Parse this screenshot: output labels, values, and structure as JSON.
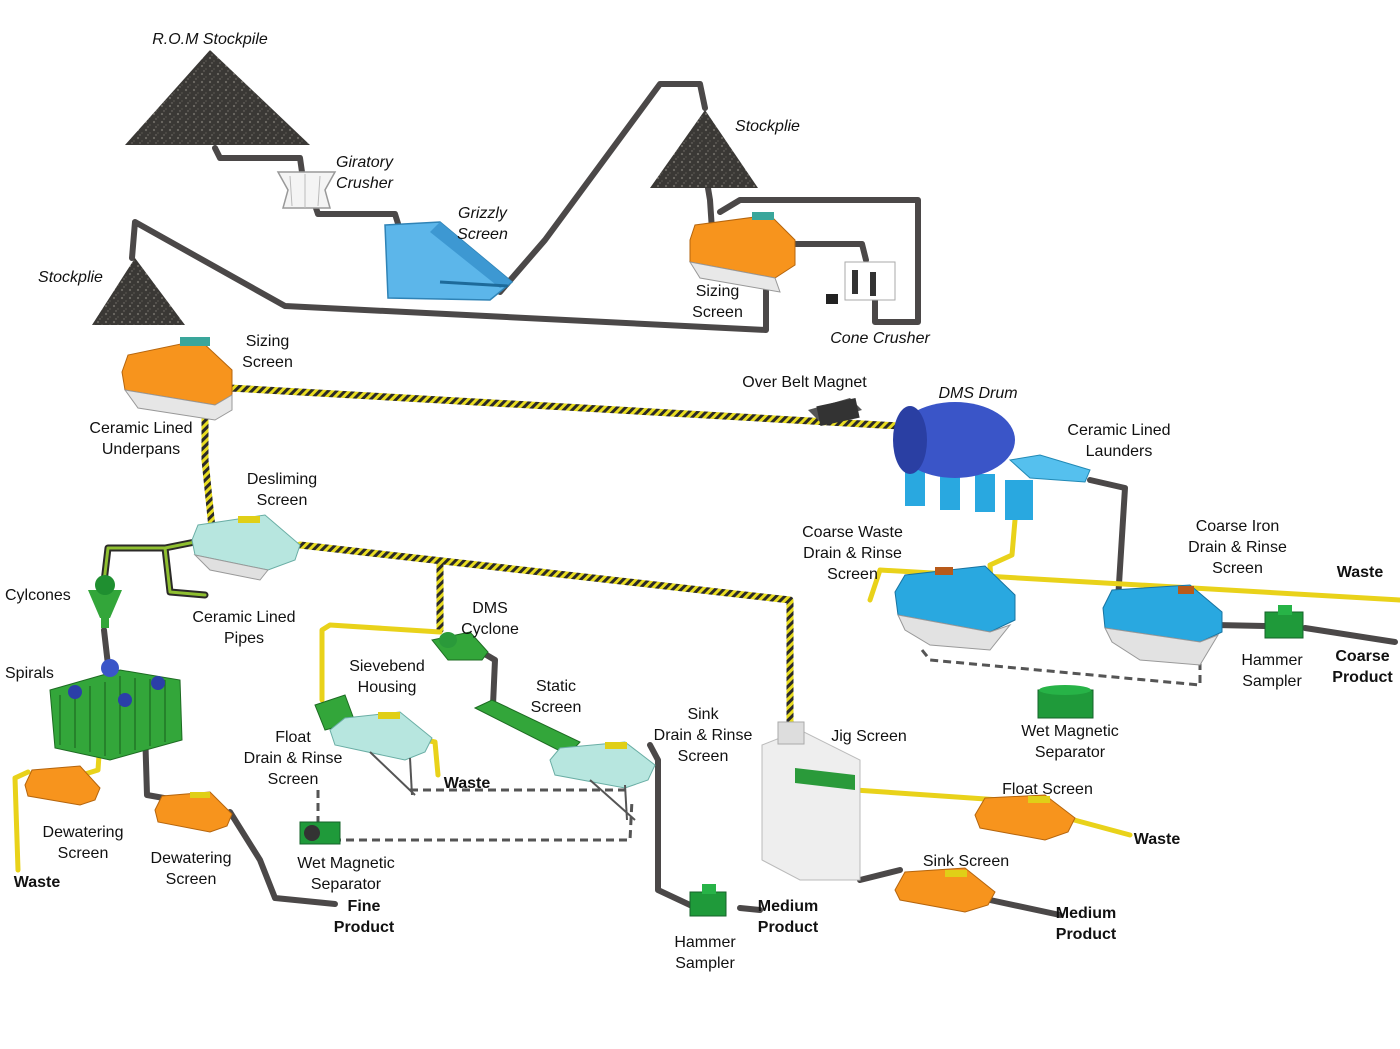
{
  "labels": {
    "rom_stockpile": "R.O.M Stockpile",
    "giratory_crusher": "Giratory\nCrusher",
    "grizzly_screen": "Grizzly\nScreen",
    "stockplie_top": "Stockplie",
    "sizing_screen_top": "Sizing\nScreen",
    "cone_crusher": "Cone Crusher",
    "stockplie_left": "Stockplie",
    "sizing_screen_left": "Sizing\nScreen",
    "ceramic_lined_underpans": "Ceramic Lined\nUnderpans",
    "over_belt_magnet": "Over Belt Magnet",
    "dms_drum": "DMS Drum",
    "ceramic_lined_launders": "Ceramic Lined\nLaunders",
    "desliming_screen": "Desliming\nScreen",
    "cylcones": "Cylcones",
    "ceramic_lined_pipes": "Ceramic Lined\nPipes",
    "dms_cyclone": "DMS\nCyclone",
    "coarse_waste_screen": "Coarse Waste\nDrain & Rinse\nScreen",
    "coarse_iron_screen": "Coarse Iron\nDrain & Rinse\nScreen",
    "waste_right": "Waste",
    "spirals": "Spirals",
    "sievebend_housing": "Sievebend\nHousing",
    "static_screen": "Static\nScreen",
    "sink_drain_rinse_screen": "Sink\nDrain & Rinse\nScreen",
    "hammer_sampler_right": "Hammer\nSampler",
    "coarse_product": "Coarse\nProduct",
    "wet_magnetic_separator_right": "Wet Magnetic\nSeparator",
    "float_drain_rinse_screen": "Float\nDrain & Rinse\nScreen",
    "waste_middle": "Waste",
    "jig_screen": "Jig Screen",
    "float_screen": "Float Screen",
    "waste_jig": "Waste",
    "dewatering_screen_1": "Dewatering\nScreen",
    "dewatering_screen_2": "Dewatering\nScreen",
    "waste_left": "Waste",
    "wet_magnetic_separator_left": "Wet Magnetic\nSeparator",
    "fine_product": "Fine\nProduct",
    "sink_screen": "Sink Screen",
    "medium_product_1": "Medium\nProduct",
    "medium_product_2": "Medium\nProduct",
    "hammer_sampler_bottom": "Hammer\nSampler"
  },
  "colors": {
    "stockpile": "#3b3936",
    "belt": "#4b4848",
    "pipe_yellow": "#f4e21d",
    "screen_orange": "#f7941d",
    "screen_teal": "#b7e6df",
    "screen_blue": "#29a8e0",
    "grizzly_blue": "#5cb6ea",
    "drum_blue": "#3a55c8",
    "spiral_green": "#33a63a",
    "sampler_green": "#1f9a3a",
    "dashed": "#555555"
  }
}
